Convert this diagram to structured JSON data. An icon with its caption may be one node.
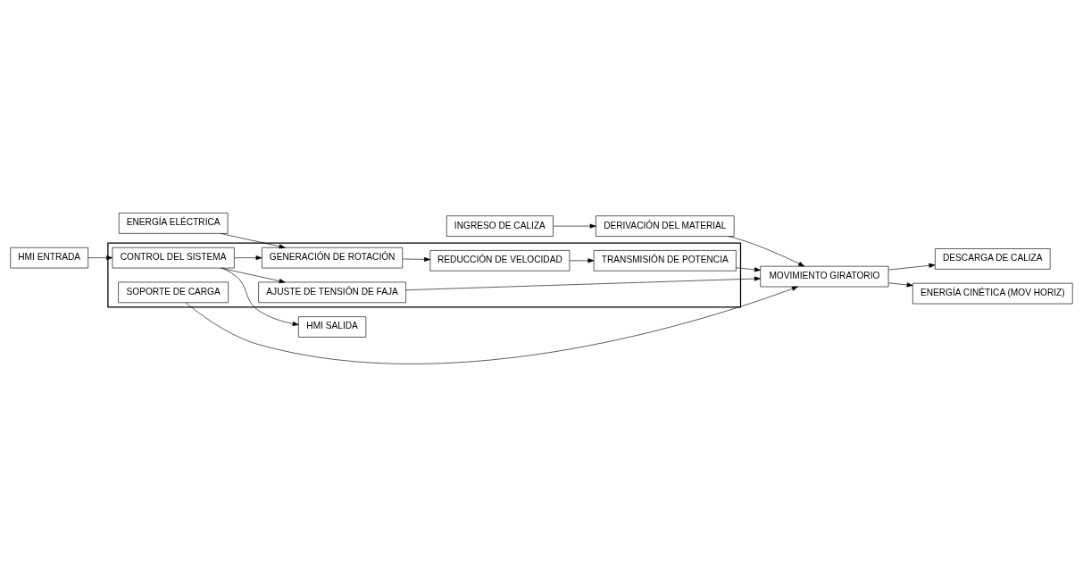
{
  "diagram": {
    "nodes": [
      {
        "text": [
          "INGRESO DE CALIZA"
        ]
      },
      {
        "text": [],
        "shape": "box"
      },
      {
        "text": [
          "DERIVACIÓN DEL MATERIAL"
        ]
      },
      {
        "text": [
          "MOVIMIENTO GIRATORIO"
        ]
      },
      {
        "text": [
          "DESCARGA DE CALIZA"
        ]
      },
      {
        "text": [
          "SOPORTE DE CARGA"
        ],
        "in": 1
      },
      {
        "text": [
          "ENERGÍA CINÉTICA (MOV HORIZ)"
        ]
      },
      {
        "text": [
          "ENERGÍA ELÉCTRICA"
        ]
      },
      {
        "text": [
          "GENERACIÓN DE ROTACIÓN"
        ],
        "in": 1
      },
      {
        "text": [
          "REDUCCIÓN DE VELOCIDAD"
        ],
        "in": 1
      },
      {
        "text": [
          "TRANSMISIÓN DE POTENCIA"
        ],
        "in": 1
      },
      {
        "text": [
          "AJUSTE DE TENSIÓN DE FAJA"
        ],
        "in": 1
      },
      {
        "text": [
          "HMI ENTRADA"
        ]
      },
      {
        "text": [
          "CONTROL DEL SISTEMA"
        ],
        "in": 1
      },
      {
        "text": [
          "HMI SALIDA"
        ]
      }
    ],
    "edges": [
      {
        "from": 0,
        "to": 2,
        "arrow": "to"
      },
      {
        "from": 2,
        "to": 3,
        "arrow": "to"
      },
      {
        "from": 5,
        "to": 3,
        "arrow": "to"
      },
      {
        "from": 3,
        "to": 4,
        "arrow": "to"
      },
      {
        "from": 3,
        "to": 6,
        "arrow": "to"
      },
      {
        "from": 7,
        "to": 8,
        "arrow": "to"
      },
      {
        "from": 8,
        "to": 9,
        "arrow": "to"
      },
      {
        "from": 9,
        "to": 10,
        "arrow": "to"
      },
      {
        "from": 10,
        "to": 3,
        "arrow": "to"
      },
      {
        "from": 11,
        "to": 3,
        "arrow": "to"
      },
      {
        "from": 13,
        "to": 8,
        "arrow": "to"
      },
      {
        "from": 13,
        "to": 11,
        "arrow": "to"
      },
      {
        "from": 12,
        "to": 13,
        "arrow": "to"
      },
      {
        "from": 13,
        "to": 14,
        "arrow": "to"
      }
    ]
  }
}
